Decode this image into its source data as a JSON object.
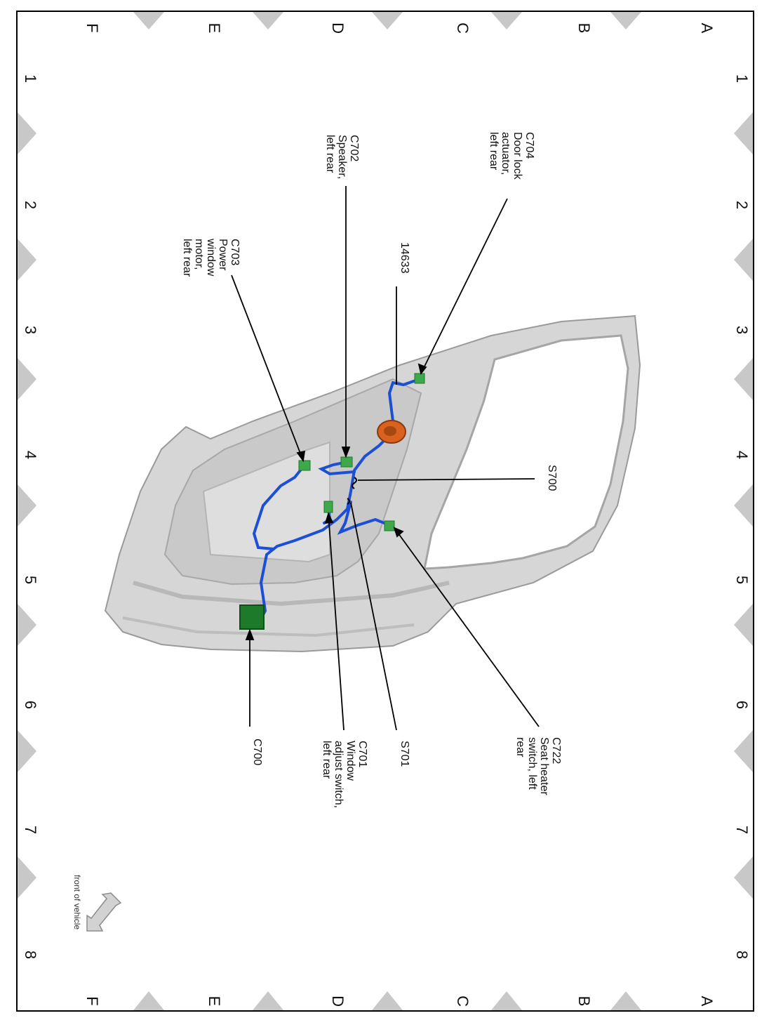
{
  "grid": {
    "rows": [
      "A",
      "B",
      "C",
      "D",
      "E",
      "F"
    ],
    "columns": [
      "1",
      "2",
      "3",
      "4",
      "5",
      "6",
      "7",
      "8"
    ]
  },
  "callouts": {
    "c704": [
      "C704",
      "Door lock",
      "actuator,",
      "left rear"
    ],
    "c702": [
      "C702",
      "Speaker,",
      "left rear"
    ],
    "p14633": [
      "14633"
    ],
    "c703": [
      "C703",
      "Power",
      "window",
      "motor,",
      "left rear"
    ],
    "s700": [
      "S700"
    ],
    "c722": [
      "C722",
      "Seat heater",
      "switch, left",
      "rear"
    ],
    "s701": [
      "S701"
    ],
    "c701": [
      "C701",
      "Window",
      "adjust switch,",
      "left rear"
    ],
    "c700": [
      "C700"
    ]
  },
  "orientation_note": "front of vehicle",
  "colors": {
    "harness": "#1a4fd6",
    "connector": "#3fa84a",
    "connector_dark": "#1d7a2b",
    "grommet": "#d9621e",
    "door_panel": "#d4d4d4",
    "marker": "#c8c8c8"
  }
}
